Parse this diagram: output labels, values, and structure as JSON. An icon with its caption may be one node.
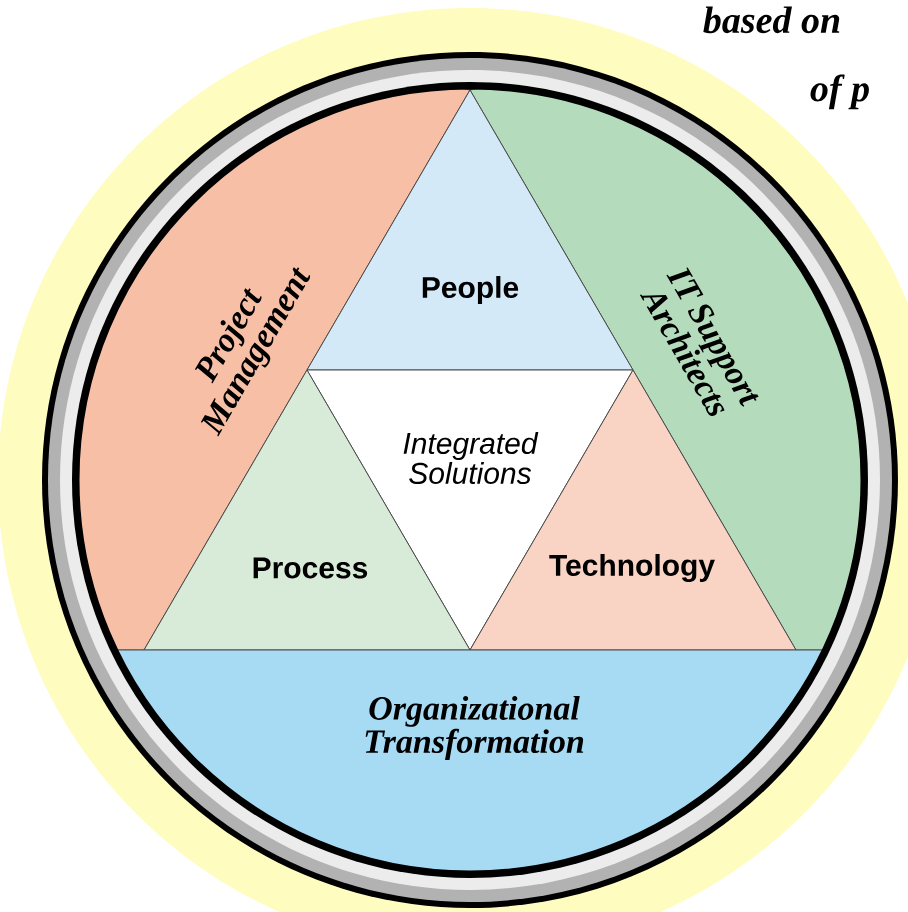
{
  "diagram": {
    "nodes": [
      {
        "text": [
          "Project Management"
        ]
      },
      {
        "text": [
          "IT Support Architects"
        ]
      },
      {
        "text": [
          "People"
        ]
      },
      {
        "text": [
          "Integrated Solutions"
        ]
      },
      {
        "text": [
          "Process"
        ]
      },
      {
        "text": [
          "Technology"
        ]
      },
      {
        "text": [
          "Organizational Transformation"
        ]
      }
    ],
    "labels": [
      "based on",
      "of p"
    ]
  }
}
